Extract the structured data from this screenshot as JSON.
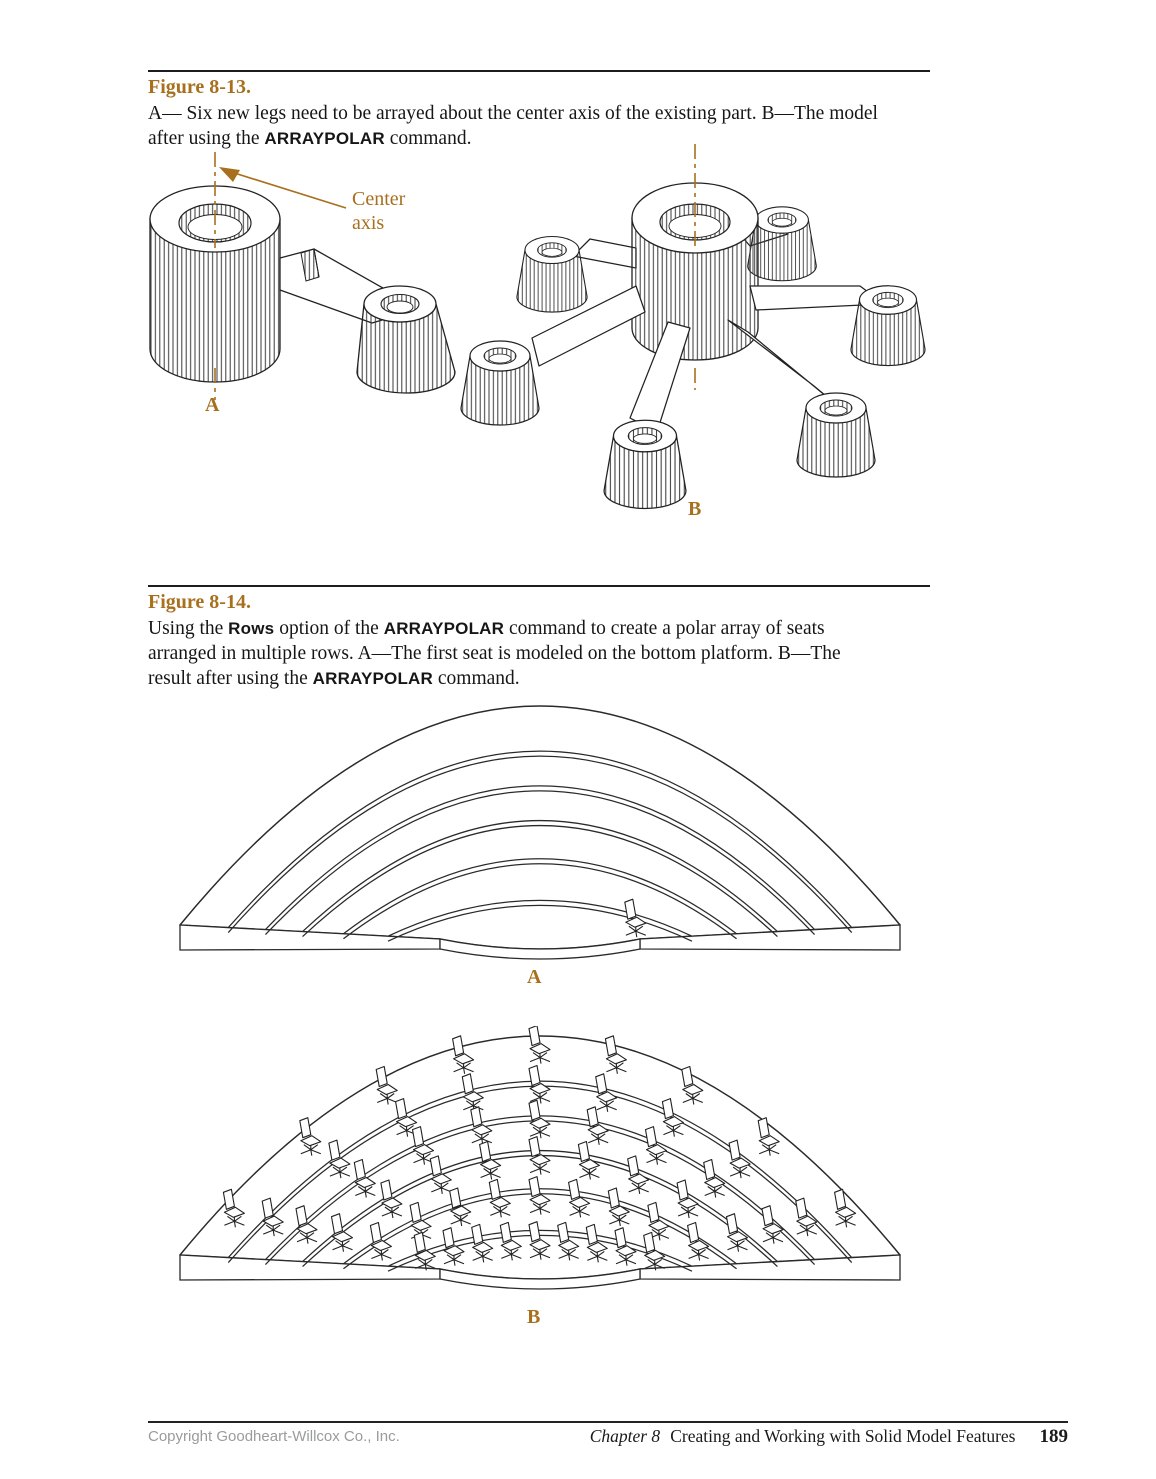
{
  "accent": "#a8701e",
  "figure13": {
    "heading": "Figure 8-13.",
    "caption_lines": [
      [
        {
          "t": "A— Six new legs need to be arrayed about the center axis of the existing part. B—The model"
        }
      ],
      [
        {
          "t": "after using the "
        },
        {
          "b": "ARRAYPOLAR"
        },
        {
          "t": " command."
        }
      ]
    ],
    "annotation": {
      "line1": "Center",
      "line2": "axis"
    },
    "label_a": "A",
    "label_b": "B"
  },
  "figure14": {
    "heading": "Figure 8-14.",
    "caption_lines": [
      [
        {
          "t": "Using the "
        },
        {
          "b": "Rows"
        },
        {
          "t": " option of the "
        },
        {
          "b": "ARRAYPOLAR"
        },
        {
          "t": " command to create a polar array of seats"
        }
      ],
      [
        {
          "t": "arranged in multiple rows. A—The first seat is modeled on the bottom platform. B—The"
        }
      ],
      [
        {
          "t": "result after using the "
        },
        {
          "b": "ARRAYPOLAR"
        },
        {
          "t": " command."
        }
      ]
    ],
    "label_a": "A",
    "label_b": "B",
    "array_info": {
      "platform_tiers": 6,
      "rows_of_seats": 6,
      "seats_per_row": 9
    }
  },
  "footer": {
    "copyright": "Copyright Goodheart-Willcox Co., Inc.",
    "chapter_number": "Chapter 8",
    "chapter_title": "Creating and Working with Solid Model Features",
    "page_number": "189"
  }
}
